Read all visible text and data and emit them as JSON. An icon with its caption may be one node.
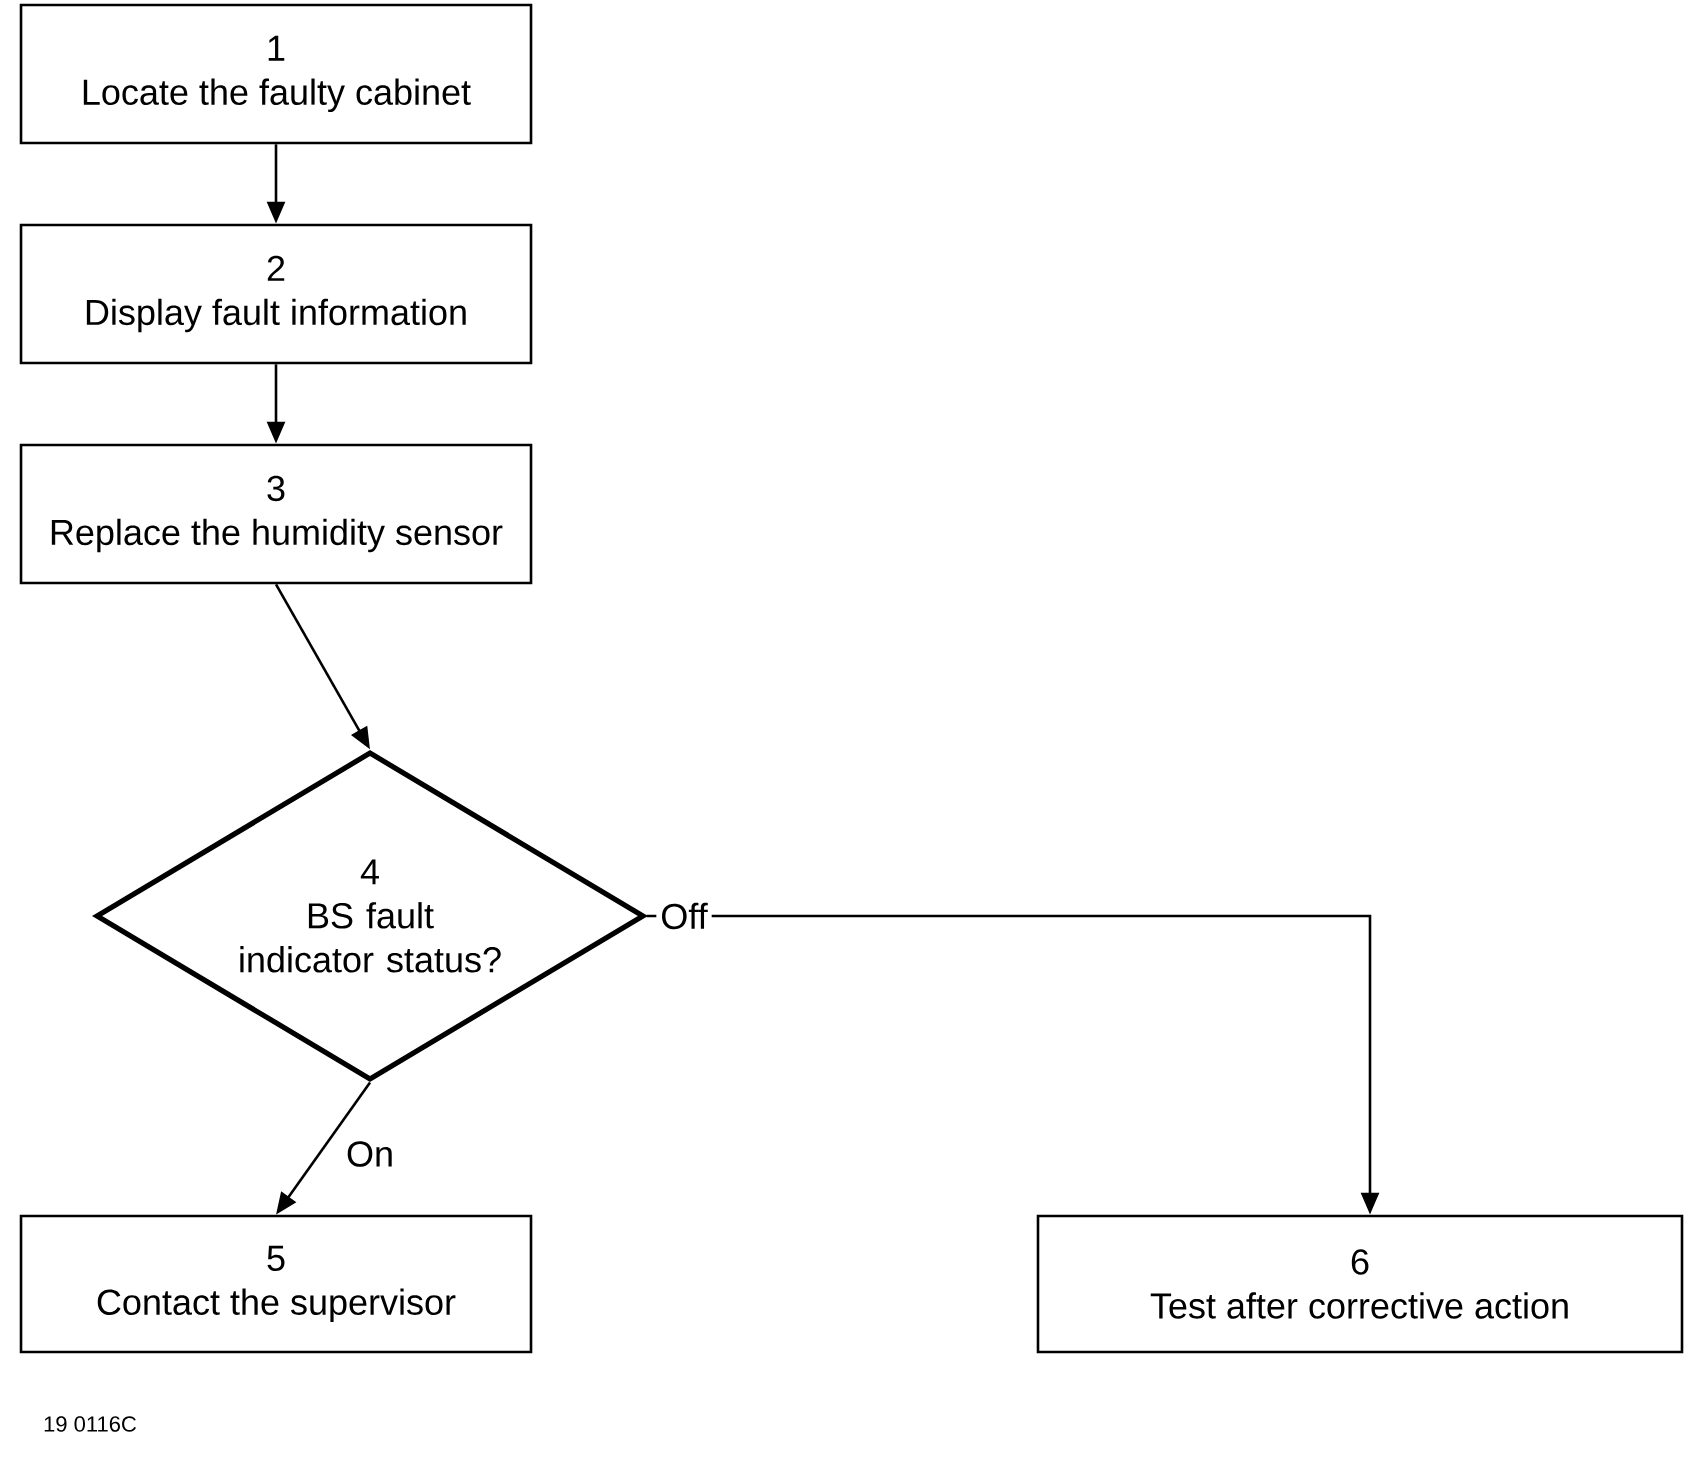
{
  "diagram": {
    "nodes": [
      {
        "text": [
          "1",
          "Locate the faulty cabinet"
        ]
      },
      {
        "text": [
          "2",
          "Display fault information"
        ]
      },
      {
        "text": [
          "3",
          "Replace the humidity sensor"
        ]
      },
      {
        "text": [
          "4",
          "BS fault indicator status?"
        ]
      },
      {
        "text": [
          "5",
          "Contact the supervisor"
        ]
      },
      {
        "text": [
          "6",
          "Test after corrective action"
        ]
      }
    ],
    "edges": [
      {
        "from": 0,
        "to": 1,
        "arrow": "to"
      },
      {
        "from": 1,
        "to": 2,
        "arrow": "to"
      },
      {
        "from": 2,
        "to": 3,
        "arrow": "to"
      },
      {
        "from": 3,
        "to": 4,
        "arrow": "to",
        "label": "On"
      },
      {
        "from": 3,
        "to": 5,
        "arrow": "to",
        "label": "Off"
      }
    ],
    "labels": [
      "19  0116C"
    ]
  }
}
